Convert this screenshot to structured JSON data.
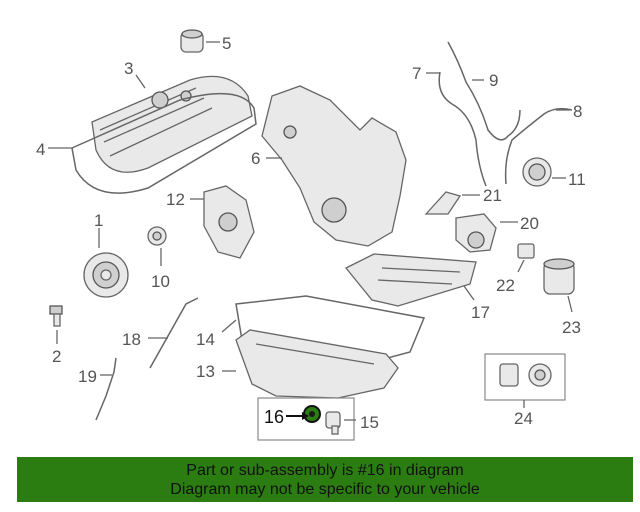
{
  "diagram": {
    "callouts": {
      "c1": "1",
      "c2": "2",
      "c3": "3",
      "c4": "4",
      "c5": "5",
      "c6": "6",
      "c7": "7",
      "c8": "8",
      "c9": "9",
      "c10": "10",
      "c11": "11",
      "c12": "12",
      "c13": "13",
      "c14": "14",
      "c15": "15",
      "c16": "16",
      "c17": "17",
      "c18": "18",
      "c19": "19",
      "c20": "20",
      "c21": "21",
      "c22": "22",
      "c23": "23",
      "c24": "24"
    },
    "highlighted_part": "16",
    "highlight_color": "#2b7d12"
  },
  "banner": {
    "line1": "Part or sub-assembly is #16 in diagram",
    "line2": "Diagram may not be specific to your vehicle",
    "background": "#2b7d12"
  }
}
